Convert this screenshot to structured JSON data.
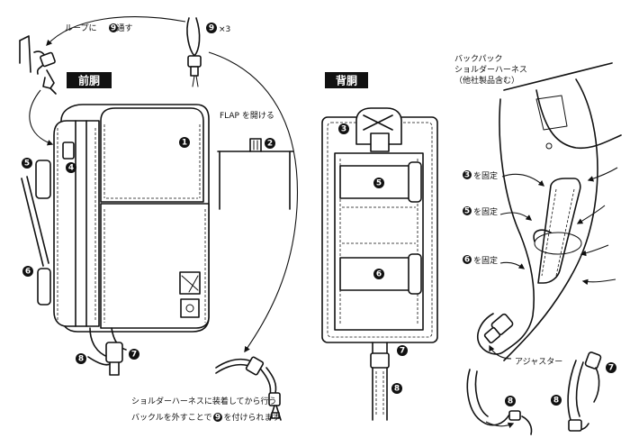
{
  "labels": {
    "loop_instruction": "ループに",
    "loop_instruction_end": "を通す",
    "times_three": "×3",
    "front_title": "前胴",
    "back_title": "背胴",
    "flap_open": "FLAP を開ける",
    "backpack_line1": "バックパック",
    "backpack_line2": "ショルダーハーネス",
    "backpack_line3": "（他社製品含む）",
    "fix_3": "を固定",
    "fix_5": "を固定",
    "fix_6": "を固定",
    "adjuster": "アジャスター",
    "bottom_note_line1": "ショルダーハーネスに装着してから行う",
    "bottom_note_line2_a": "バックルを外すことで",
    "bottom_note_line2_b": "を付けられます"
  },
  "callouts": {
    "n1": "1",
    "n2": "2",
    "n3": "3",
    "n4": "4",
    "n5": "5",
    "n6": "6",
    "n7": "7",
    "n8": "8",
    "n9": "9"
  }
}
